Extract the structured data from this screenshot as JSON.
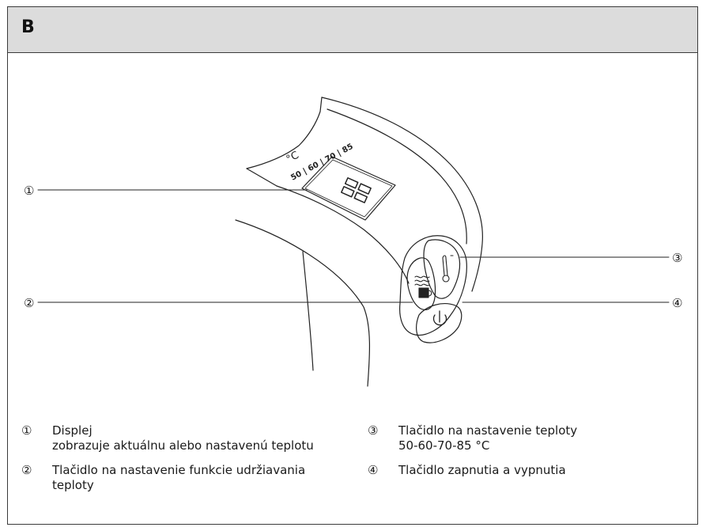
{
  "header": {
    "letter": "B"
  },
  "callouts": {
    "c1": "①",
    "c2": "②",
    "c3": "③",
    "c4": "④"
  },
  "display_scale": {
    "unit": "°C",
    "values": "50 | 60 | 70 | 85"
  },
  "legend": [
    {
      "number": "①",
      "lines": [
        "Displej",
        "zobrazuje aktuálnu alebo nastavenú teplotu"
      ]
    },
    {
      "number": "②",
      "lines": [
        "Tlačidlo na nastavenie funkcie udržiavania",
        "teploty"
      ]
    },
    {
      "number": "③",
      "lines": [
        "Tlačidlo na nastavenie teploty",
        "50-60-70-85 °C"
      ]
    },
    {
      "number": "④",
      "lines": [
        "Tlačidlo zapnutia a vypnutia"
      ]
    }
  ],
  "colors": {
    "header_bg": "#dcdcdc",
    "frame": "#3a3a3a",
    "line": "#222222"
  },
  "icons": {
    "keep-warm": "steam-cup-icon",
    "temperature": "thermometer-icon",
    "power": "power-icon"
  }
}
